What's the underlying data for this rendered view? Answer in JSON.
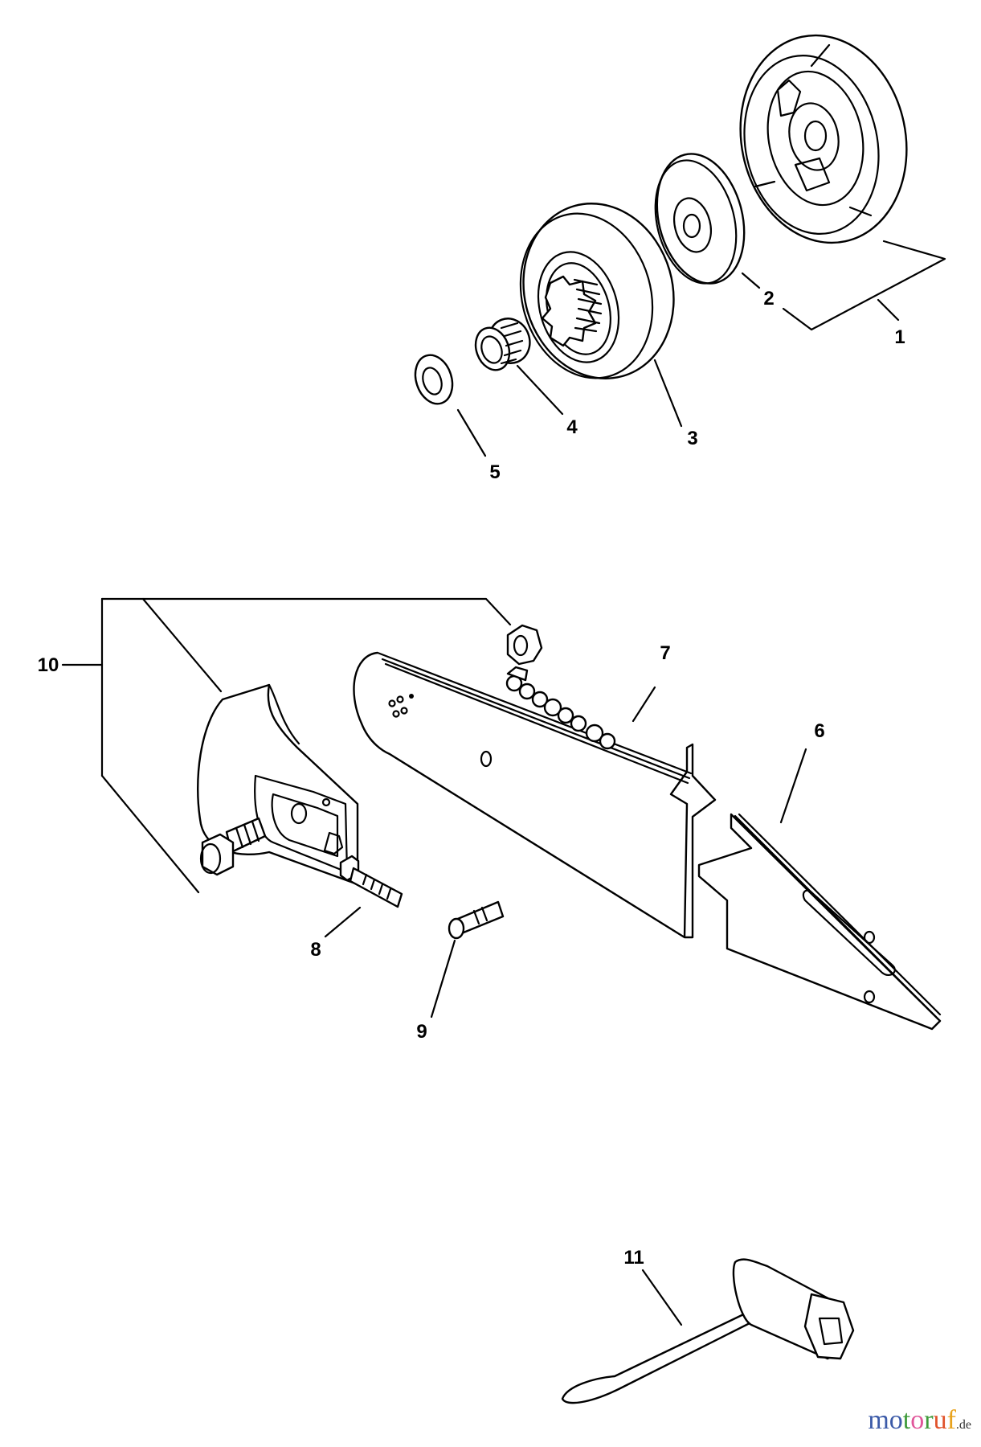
{
  "diagram": {
    "type": "exploded parts diagram",
    "subject": "chainsaw clutch drum, guide bar, chain and tool kit",
    "callouts": [
      {
        "id": "1",
        "label": "1",
        "part": "clutch assembly"
      },
      {
        "id": "2",
        "label": "2",
        "part": "clutch washer / plate"
      },
      {
        "id": "3",
        "label": "3",
        "part": "clutch drum with sprocket"
      },
      {
        "id": "4",
        "label": "4",
        "part": "needle bearing"
      },
      {
        "id": "5",
        "label": "5",
        "part": "washer"
      },
      {
        "id": "6",
        "label": "6",
        "part": "guide bar (rear section)"
      },
      {
        "id": "7",
        "label": "7",
        "part": "saw chain / guide bar"
      },
      {
        "id": "8",
        "label": "8",
        "part": "bar stud"
      },
      {
        "id": "9",
        "label": "9",
        "part": "chain adjuster pin"
      },
      {
        "id": "10",
        "label": "10",
        "part": "chain cover / sprocket guard assembly (guard, bolt, nut)"
      },
      {
        "id": "11",
        "label": "11",
        "part": "combination spark plug wrench / screwdriver"
      }
    ]
  },
  "watermark": {
    "letters": [
      {
        "ch": "m",
        "color": "#3b5aa8"
      },
      {
        "ch": "o",
        "color": "#3b5aa8"
      },
      {
        "ch": "t",
        "color": "#3e9a3a"
      },
      {
        "ch": "o",
        "color": "#e0569a"
      },
      {
        "ch": "r",
        "color": "#3e9a3a"
      },
      {
        "ch": "u",
        "color": "#e0522a"
      },
      {
        "ch": "f",
        "color": "#e8a21c"
      }
    ],
    "text": "motoruf",
    "tld": ".de"
  }
}
